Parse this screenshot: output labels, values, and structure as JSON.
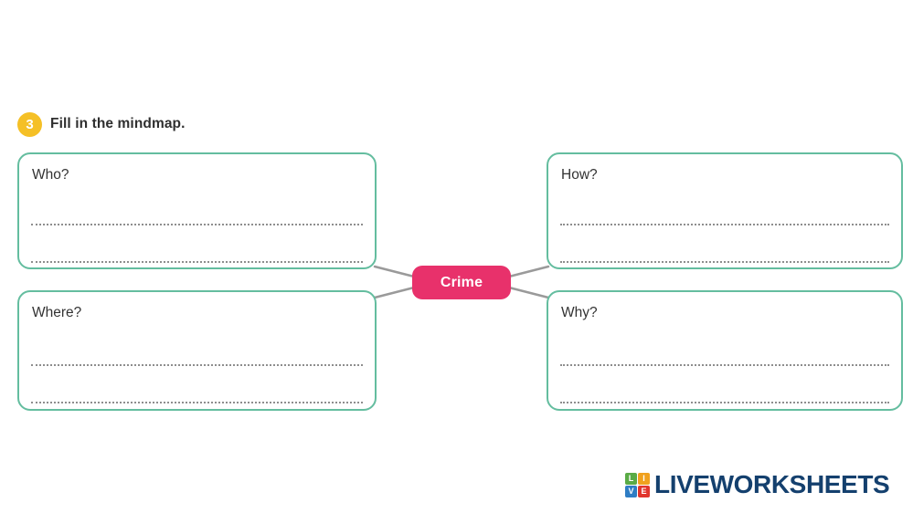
{
  "exercise": {
    "number": "3",
    "instruction": "Fill in the mindmap."
  },
  "mindmap": {
    "center": {
      "label": "Crime",
      "color": "#e8316b",
      "text_color": "#ffffff"
    },
    "branches": [
      {
        "id": "who",
        "label": "Who?",
        "lines": 2,
        "position": "top-left"
      },
      {
        "id": "how",
        "label": "How?",
        "lines": 2,
        "position": "top-right"
      },
      {
        "id": "where",
        "label": "Where?",
        "lines": 2,
        "position": "bottom-left"
      },
      {
        "id": "why",
        "label": "Why?",
        "lines": 2,
        "position": "bottom-right"
      }
    ],
    "box_border_color": "#64bd9f",
    "connector_color": "#9a9a9a",
    "write_line_color": "#8e8e8e"
  },
  "footer": {
    "logo": {
      "squares": [
        {
          "letter": "L",
          "color": "#5aab46"
        },
        {
          "letter": "I",
          "color": "#f0a11e"
        },
        {
          "letter": "V",
          "color": "#2f7dc4"
        },
        {
          "letter": "E",
          "color": "#e1352d"
        }
      ],
      "wordmark": "LIVEWORKSHEETS",
      "wordmark_color": "#14406e"
    }
  },
  "badge": {
    "background": "#f5c026",
    "text_color": "#ffffff"
  }
}
